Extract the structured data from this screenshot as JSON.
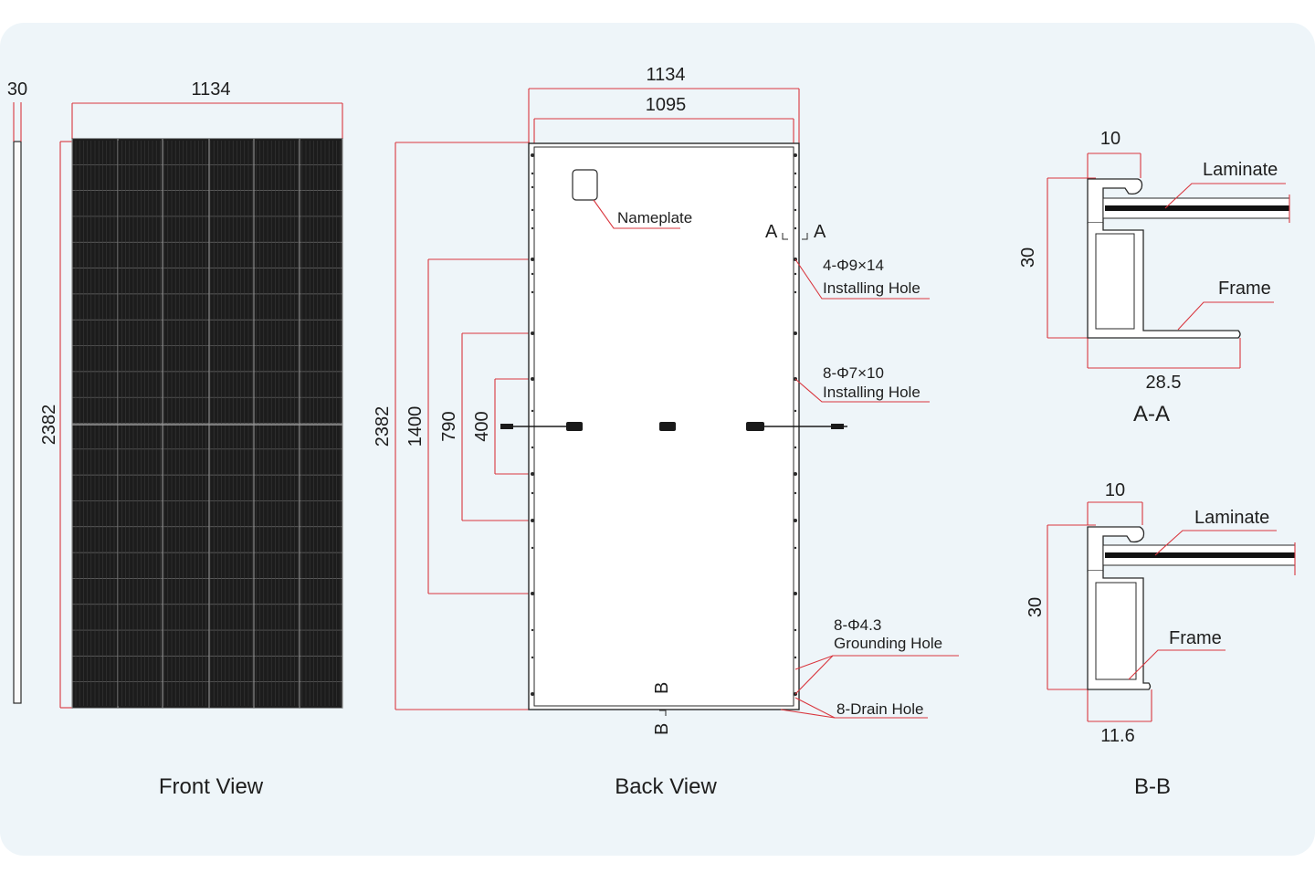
{
  "colors": {
    "background": "#eef5f9",
    "dimension_line": "#d9363e",
    "outline": "#2a2a2a",
    "cells": "#1c1c1c"
  },
  "front": {
    "thickness": "30",
    "width": "1134",
    "height": "2382",
    "caption": "Front View"
  },
  "back": {
    "outer_width": "1134",
    "inner_width": "1095",
    "height": "2382",
    "dim_1400": "1400",
    "dim_790": "790",
    "dim_400": "400",
    "nameplate": "Nameplate",
    "section_a_left": "A",
    "section_a_right": "A",
    "section_b_top": "B",
    "section_b_bottom": "B",
    "hole1_spec": "4-Φ9×14",
    "hole1_name": "Installing Hole",
    "hole2_spec": "8-Φ7×10",
    "hole2_name": "Installing Hole",
    "hole3_spec": "8-Φ4.3",
    "hole3_name": "Grounding Hole",
    "drain": "8-Drain Hole",
    "caption": "Back View"
  },
  "section_aa": {
    "top_dim": "10",
    "height_dim": "30",
    "bottom_dim": "28.5",
    "laminate": "Laminate",
    "frame": "Frame",
    "caption": "A-A"
  },
  "section_bb": {
    "top_dim": "10",
    "height_dim": "30",
    "bottom_dim": "11.6",
    "laminate": "Laminate",
    "frame": "Frame",
    "caption": "B-B"
  }
}
